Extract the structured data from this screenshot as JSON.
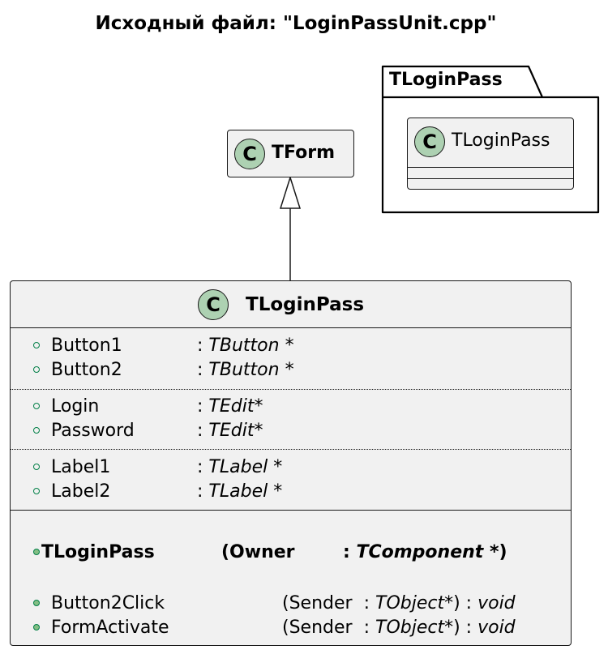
{
  "title": "Исходный файл: \"LoginPassUnit.cpp\"",
  "package": {
    "name": "TLoginPass",
    "class_name": "TLoginPass"
  },
  "parent": {
    "name": "TForm"
  },
  "main_class": {
    "name": "TLoginPass",
    "icon_letter": "C",
    "attributes": [
      {
        "name": "Button1",
        "type_sep": ":",
        "type": "TButton",
        "ptr": "*"
      },
      {
        "name": "Button2",
        "type_sep": ":",
        "type": "TButton",
        "ptr": "*"
      },
      {
        "name": "Login",
        "type_sep": ":",
        "type": "TEdit",
        "ptr": "*"
      },
      {
        "name": "Password",
        "type_sep": ":",
        "type": "TEdit",
        "ptr": "*"
      },
      {
        "name": "Label1",
        "type_sep": ":",
        "type": "TLabel",
        "ptr": "*"
      },
      {
        "name": "Label2",
        "type_sep": ":",
        "type": "TLabel",
        "ptr": "*"
      }
    ],
    "constructor": {
      "name": "TLoginPass",
      "param": "(Owner",
      "sep": ":",
      "type": "TComponent",
      "tail": "*)"
    },
    "methods": [
      {
        "name": "Button2Click",
        "param": "(Sender",
        "sep": ":",
        "type": "TObject",
        "tail": "*) :",
        "ret": "void"
      },
      {
        "name": "FormActivate",
        "param": "(Sender",
        "sep": ":",
        "type": "TObject",
        "tail": "*) :",
        "ret": "void"
      }
    ]
  },
  "colors": {
    "class_fill": "#f1f1f1",
    "icon_fill": "#add1b2",
    "border": "#181818",
    "visibility_green": "#84be84"
  }
}
